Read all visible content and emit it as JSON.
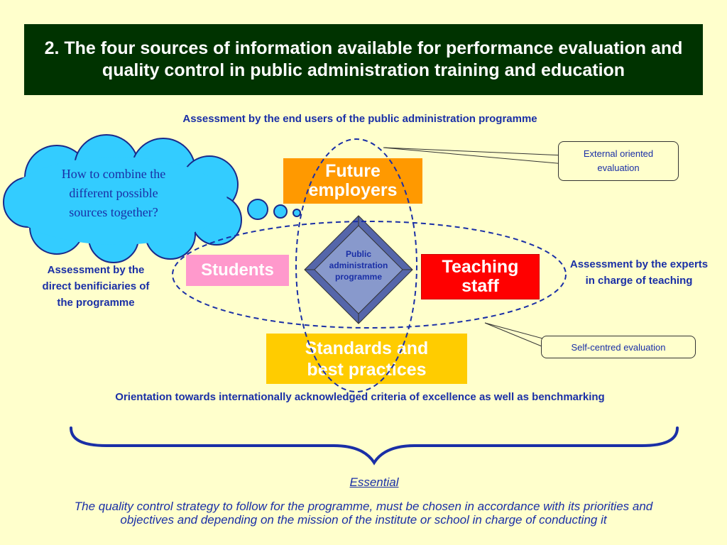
{
  "title": {
    "line1": "2.  The four sources of information available for performance evaluation and",
    "line2": "quality control in public administration training and education"
  },
  "top_label": "Assessment by the end users of the public administration programme",
  "left_label": {
    "line1": "Assessment by the",
    "line2": "direct benificiaries of",
    "line3": "the programme"
  },
  "right_label": {
    "line1": "Assessment by the experts",
    "line2": "in charge of teaching"
  },
  "bottom_label": "Orientation towards internationally acknowledged criteria of excellence as well as benchmarking",
  "boxes": {
    "future_employers": {
      "line1": "Future",
      "line2": "employers"
    },
    "students": "Students",
    "teaching_staff": {
      "line1": "Teaching",
      "line2": "staff"
    },
    "standards": {
      "line1": "Standards and",
      "line2": "best practices"
    }
  },
  "center": {
    "line1": "Public",
    "line2": "administration",
    "line3": "programme"
  },
  "callouts": {
    "external": {
      "line1": "External oriented",
      "line2": "evaluation"
    },
    "self_centred": "Self-centred evaluation"
  },
  "cloud": {
    "line1": "How to combine the",
    "line2": "different possible",
    "line3": "sources together?"
  },
  "essential_heading": "Essential",
  "essential_text": {
    "line1": "The quality control strategy to follow for the programme, must be chosen in accordance with its priorities and",
    "line2": "objectives and depending on the mission of the institute or school in charge of conducting it"
  },
  "colors": {
    "title_bg": "#003300",
    "future_employers": "#ff9900",
    "students": "#ff99cc",
    "teaching_staff": "#ff0000",
    "standards": "#ffcc00",
    "cloud": "#33ccff",
    "text_blue": "#1a2fa6",
    "diamond": "#8899cc"
  }
}
